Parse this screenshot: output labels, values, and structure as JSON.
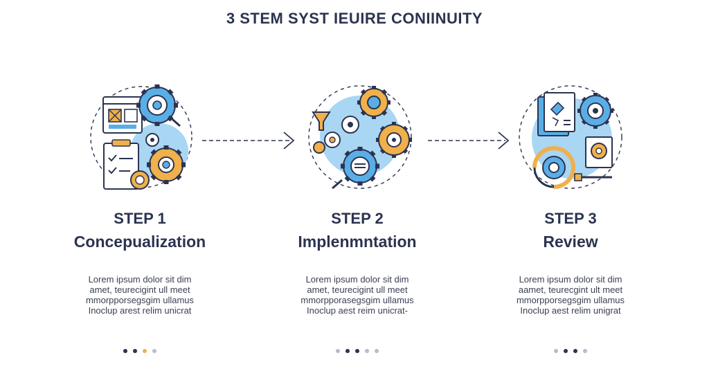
{
  "title": "3 STEM SYST IEUIRE CONIINUITY",
  "colors": {
    "navy": "#2b3350",
    "blue": "#5aaee6",
    "light_blue": "#a9d6f3",
    "orange": "#f0b04a",
    "gray": "#b9bcc4"
  },
  "steps": [
    {
      "label": "STEP 1",
      "name": "Concepualization",
      "icon": "concept-blueprint-gears-icon",
      "desc": [
        "Lorem ipsum dolor sit dim",
        "amet, teurecigint ull meet",
        "mmorpporsegsgim ullamus",
        "Inoclup arest relim unicrat"
      ],
      "dots": [
        "navy",
        "navy",
        "orange",
        "gray"
      ]
    },
    {
      "label": "STEP 2",
      "name": "Implenmntation",
      "icon": "implementation-gears-icon",
      "desc": [
        "Lorem ipsum dolor sit dim",
        "amet, teurecigint ull meet",
        "mmorpporasegsgim ullamus",
        "Inoclup aest reim unicrat-"
      ],
      "dots": [
        "gray",
        "navy",
        "navy",
        "gray",
        "gray"
      ]
    },
    {
      "label": "STEP 3",
      "name": "Review",
      "icon": "review-document-gears-icon",
      "desc": [
        "Lorem ipsum dolor sit dim",
        "aamet, teurecgint ult meet",
        "mmorpporsegsgim ullamus",
        "Inoclup aest relim unigrat"
      ],
      "dots": [
        "gray",
        "navy",
        "navy",
        "gray"
      ]
    }
  ]
}
